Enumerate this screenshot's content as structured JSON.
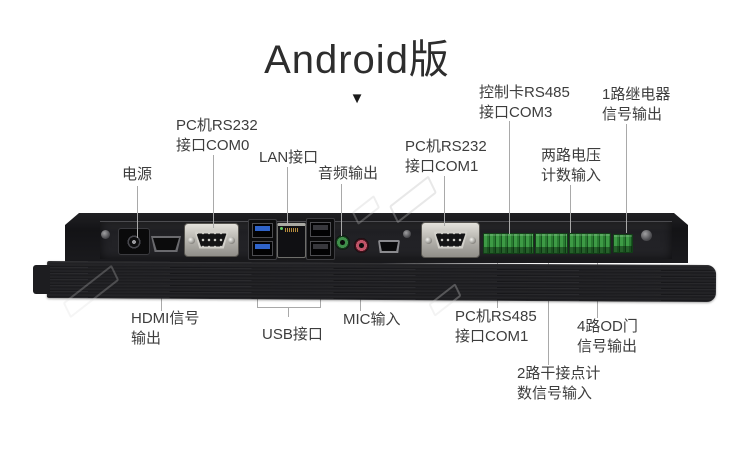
{
  "title": {
    "text": "Android版",
    "arrow": "▼"
  },
  "callouts": {
    "power": {
      "text": "电源"
    },
    "com0": {
      "text": "PC机RS232\n接口COM0"
    },
    "lan": {
      "text": "LAN接口"
    },
    "audio_out": {
      "text": "音频输出"
    },
    "com1_top": {
      "text": "PC机RS232\n接口COM1"
    },
    "rs485_com3": {
      "text": "控制卡RS485\n接口COM3"
    },
    "voltage": {
      "text": "两路电压\n计数输入"
    },
    "relay": {
      "text": "1路继电器\n信号输出"
    },
    "hdmi": {
      "text": "HDMI信号\n输出"
    },
    "usb": {
      "text": "USB接口"
    },
    "mic": {
      "text": "MIC输入"
    },
    "rs485_com1": {
      "text": "PC机RS485\n接口COM1"
    },
    "dry_contact": {
      "text": "2路干接点计\n数信号输入"
    },
    "od_output": {
      "text": "4路OD门\n信号输出"
    }
  },
  "colors": {
    "line_gray": "#a9a9a9",
    "accent_usb3": "#2f63c9",
    "terminal_green": "#2f8f38",
    "audio_green": "#3f8f4a",
    "mic_pink": "#c05468"
  }
}
